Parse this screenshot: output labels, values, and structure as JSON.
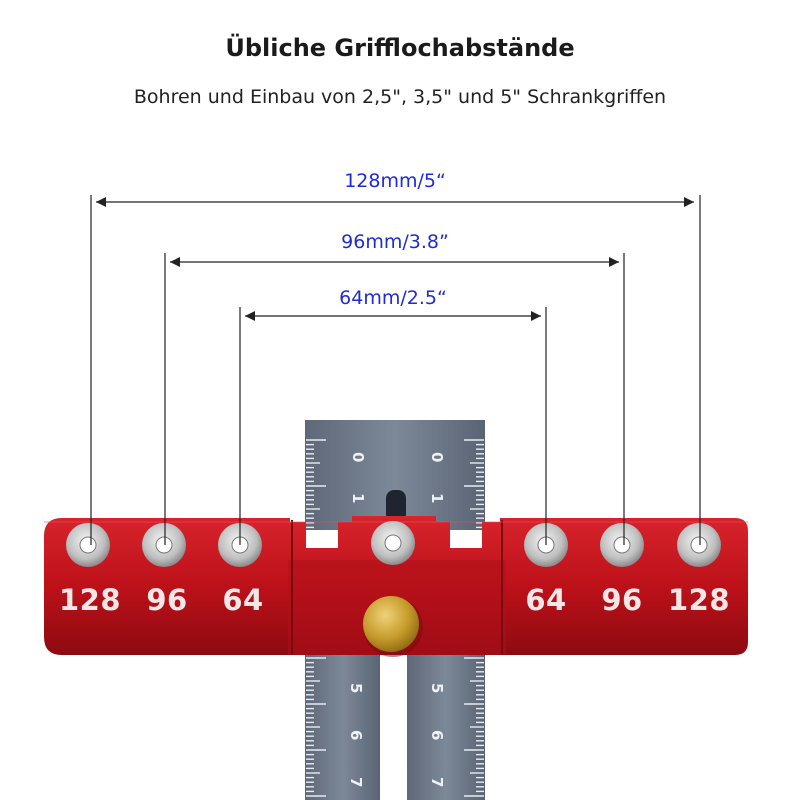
{
  "title": "Übliche Grifflochabstände",
  "subtitle": "Bohren und Einbau von 2,5\", 3,5\" und 5\" Schrankgriffen",
  "dimensions": [
    {
      "label": "128mm/5“"
    },
    {
      "label": "96mm/3.8”"
    },
    {
      "label": "64mm/2.5“"
    }
  ],
  "hole_labels": {
    "left": [
      "128",
      "96",
      "64"
    ],
    "right": [
      "64",
      "96",
      "128"
    ]
  },
  "ruler": {
    "top_numbers": [
      "0",
      "1"
    ],
    "bottom_numbers": [
      "5",
      "6",
      "7"
    ]
  },
  "colors": {
    "jig_red": "#c0121b",
    "ruler_gray": "#6f7a8a",
    "dimension_blue": "#1f2bd6",
    "knob_brass": "#c9a227"
  }
}
